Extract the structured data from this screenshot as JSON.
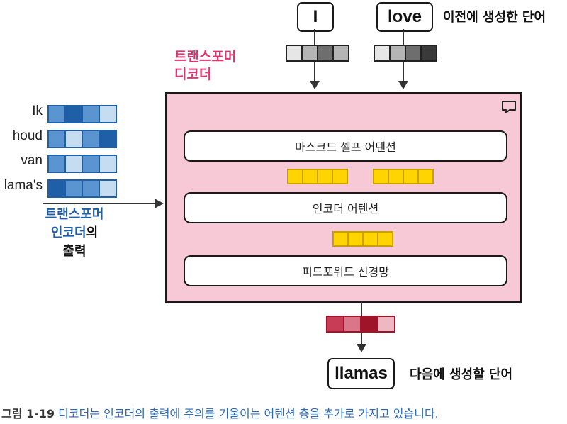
{
  "inputs": [
    "I",
    "love"
  ],
  "previous_label": "이전에 생성한 단어",
  "decoder_title": [
    "트랜스포머",
    "디코더"
  ],
  "layers": [
    "마스크드 셀프 어텐션",
    "인코더 어텐션",
    "피드포워드 신경망"
  ],
  "encoder_words": [
    "Ik",
    "houd",
    "van",
    "lama's"
  ],
  "encoder_output_label": {
    "line1": "트랜스포머",
    "line2_colored": "인코더",
    "line2_rest": "의",
    "line3": "출력"
  },
  "output": "llamas",
  "next_label": "다음에 생성할 단어",
  "caption": {
    "prefix": "그림 1-19",
    "text": " 디코더는 인코더의 출력에 주의를 기울이는 어텐션 층을 추가로 가지고 있습니다."
  },
  "colors": {
    "decoder_bg": "#f7c9d6",
    "title_pink": "#e0336e",
    "encoder_blue": "#1f5fa8",
    "token_gray": [
      "#e6e6e6",
      "#b5b5b5",
      "#6e6e6e",
      "#3a3a3a"
    ],
    "encoder_cells": [
      [
        "#5b95d1",
        "#1f5fa8",
        "#5b95d1",
        "#c5dcf1"
      ],
      [
        "#5b95d1",
        "#c5dcf1",
        "#5b95d1",
        "#1f5fa8"
      ],
      [
        "#5b95d1",
        "#c5dcf1",
        "#5b95d1",
        "#c5dcf1"
      ],
      [
        "#1f5fa8",
        "#5b95d1",
        "#5b95d1",
        "#c5dcf1"
      ]
    ],
    "output_red": [
      "#c83c56",
      "#d9768a",
      "#a0142a",
      "#eeb8c2"
    ]
  }
}
